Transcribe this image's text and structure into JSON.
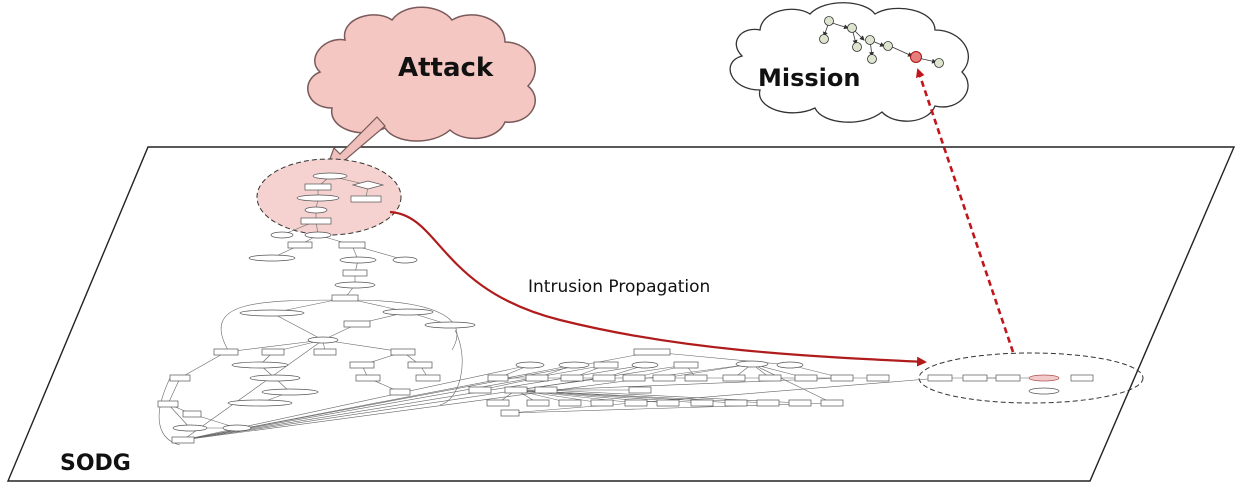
{
  "labels": {
    "attack": "Attack",
    "mission": "Mission",
    "propagation": "Intrusion Propagation",
    "sodg": "SODG"
  },
  "colors": {
    "attack_cloud": "#f4c7c3",
    "attack_outline": "#7a5a5a",
    "propagation_arrow": "#b01c1c",
    "mission_link": "#c0151b",
    "mission_target_node": "#e87d7d",
    "plane_border": "#222222"
  }
}
